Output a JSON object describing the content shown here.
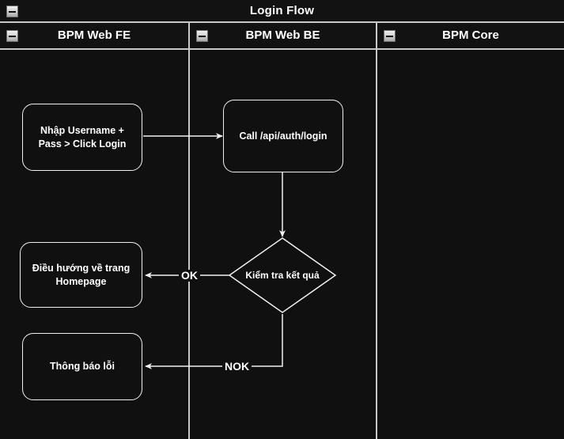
{
  "diagram": {
    "title": "Login Flow",
    "collapse_icon": "minus-box-icon",
    "colors": {
      "background": "#101010",
      "line": "#f0f0f0",
      "header_border": "#c8c8c8",
      "text": "#ffffff"
    }
  },
  "lanes": [
    {
      "id": "fe",
      "label": "BPM Web FE"
    },
    {
      "id": "be",
      "label": "BPM Web BE"
    },
    {
      "id": "core",
      "label": "BPM Core"
    }
  ],
  "nodes": [
    {
      "id": "input-credentials",
      "lane": "fe",
      "type": "process",
      "label": "Nhập Username +\nPass > Click Login"
    },
    {
      "id": "call-login-api",
      "lane": "be",
      "type": "process",
      "label": "Call /api/auth/login"
    },
    {
      "id": "check-result",
      "lane": "be",
      "type": "decision",
      "label": "Kiểm tra kết quả"
    },
    {
      "id": "redirect-homepage",
      "lane": "fe",
      "type": "process",
      "label": "Điều hướng về trang\nHomepage"
    },
    {
      "id": "show-error",
      "lane": "fe",
      "type": "process",
      "label": "Thông báo lỗi"
    }
  ],
  "edges": [
    {
      "id": "e1",
      "from": "input-credentials",
      "to": "call-login-api",
      "label": ""
    },
    {
      "id": "e2",
      "from": "call-login-api",
      "to": "check-result",
      "label": ""
    },
    {
      "id": "e3",
      "from": "check-result",
      "to": "redirect-homepage",
      "label": "OK"
    },
    {
      "id": "e4",
      "from": "check-result",
      "to": "show-error",
      "label": "NOK"
    }
  ]
}
